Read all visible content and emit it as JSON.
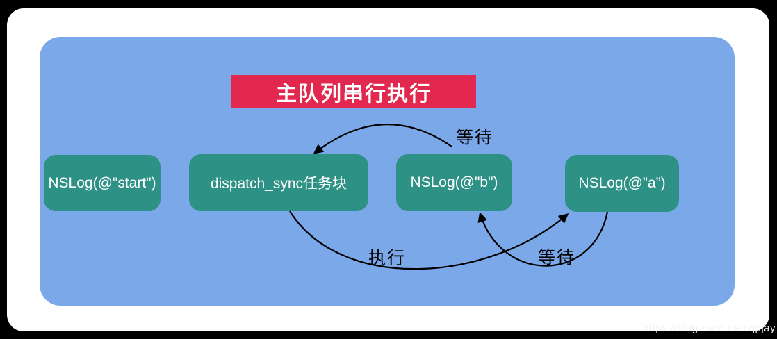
{
  "diagram": {
    "title": "主队列串行执行",
    "watermark": "https://blog.csdn.net/zjpjay",
    "colors": {
      "panel": "#7aa8e8",
      "node": "#2e9186",
      "title_bg": "#e2284f",
      "arrow": "#000000"
    },
    "nodes": [
      {
        "id": "log-start",
        "label": "NSLog(@\"start\")"
      },
      {
        "id": "dispatch-sync-block",
        "label": "dispatch_sync任务块"
      },
      {
        "id": "log-b",
        "label": "NSLog(@\"b\")"
      },
      {
        "id": "log-a",
        "label": "NSLog(@”a”)"
      }
    ],
    "edges": [
      {
        "id": "wait-top",
        "label": "等待",
        "from": "log-b",
        "to": "dispatch-sync-block"
      },
      {
        "id": "execute",
        "label": "执行",
        "from": "dispatch-sync-block",
        "to": "log-a"
      },
      {
        "id": "wait-bottom",
        "label": "等待",
        "from": "log-a",
        "to": "log-b"
      }
    ]
  }
}
